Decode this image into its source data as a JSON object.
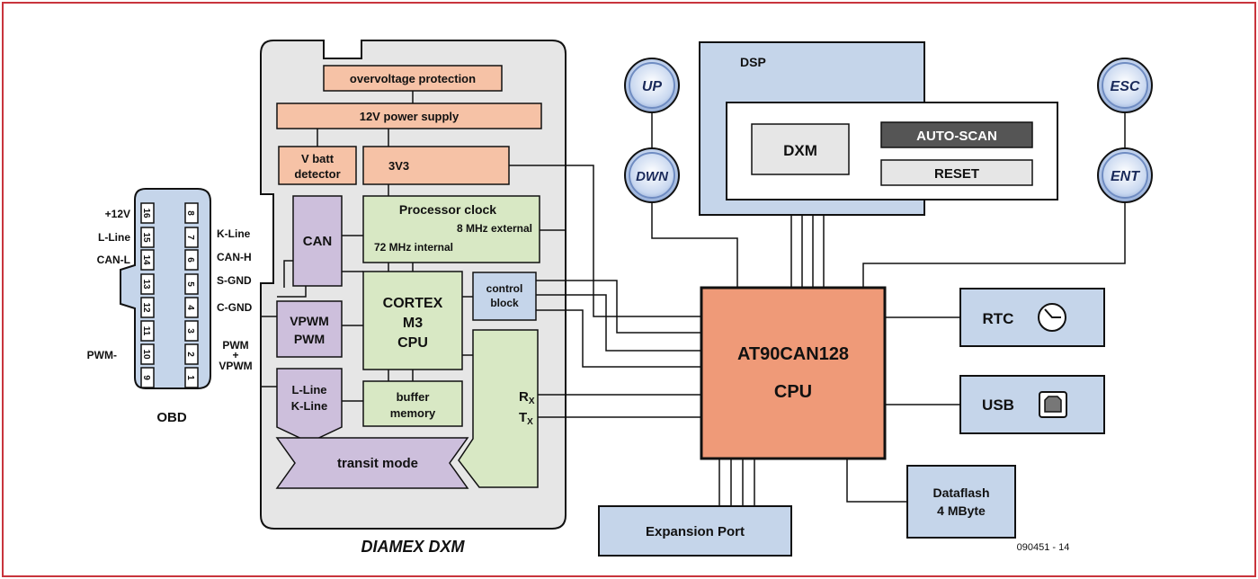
{
  "colors": {
    "frame": "#c8343c",
    "salmon": "#f6c2a6",
    "green": "#d8e8c4",
    "purple": "#cdbfdc",
    "blue": "#c5d5ea",
    "cpu": "#ef9a78",
    "module": "#e6e6e6",
    "autoscan": "#555555",
    "reset": "#e6e6e6",
    "line": "#111111"
  },
  "obd": {
    "caption": "OBD",
    "pins_top": [
      "16",
      "15",
      "14",
      "13",
      "12",
      "11",
      "10",
      "9"
    ],
    "pins_bottom": [
      "8",
      "7",
      "6",
      "5",
      "4",
      "3",
      "2",
      "1"
    ],
    "left_labels": {
      "p16": "+12V",
      "p15": "L-Line",
      "p14": "CAN-L",
      "p10": "PWM-"
    },
    "right_labels": {
      "p8": "K-Line",
      "p7": "CAN-H",
      "p5": "S-GND",
      "p4": "C-GND",
      "p2a": "PWM",
      "p2b": "+",
      "p2c": "VPWM"
    }
  },
  "dxm": {
    "caption": "DIAMEX DXM",
    "overvoltage": "overvoltage protection",
    "power": "12V power supply",
    "vbatt_1": "V batt",
    "vbatt_2": "detector",
    "v3v3": "3V3",
    "can": "CAN",
    "clock_title": "Processor clock",
    "clock_ext": "8 MHz external",
    "clock_int": "72 MHz internal",
    "cortex_1": "CORTEX",
    "cortex_2": "M3",
    "cortex_3": "CPU",
    "control_1": "control",
    "control_2": "block",
    "vpwm_1": "VPWM",
    "vpwm_2": "PWM",
    "lline_1": "L-Line",
    "lline_2": "K-Line",
    "buffer_1": "buffer",
    "buffer_2": "memory",
    "rx": "R",
    "rx_sub": "X",
    "tx": "T",
    "tx_sub": "X",
    "transit": "transit mode"
  },
  "dsp": {
    "title": "DSP",
    "dxm": "DXM",
    "autoscan": "AUTO-SCAN",
    "reset": "RESET"
  },
  "buttons": {
    "up": "UP",
    "dwn": "DWN",
    "esc": "ESC",
    "ent": "ENT"
  },
  "cpu": {
    "line1": "AT90CAN128",
    "line2": "CPU"
  },
  "rtc": "RTC",
  "usb": "USB",
  "expansion": "Expansion Port",
  "dataflash_1": "Dataflash",
  "dataflash_2": "4 MByte",
  "figure_id": "090451 - 14"
}
